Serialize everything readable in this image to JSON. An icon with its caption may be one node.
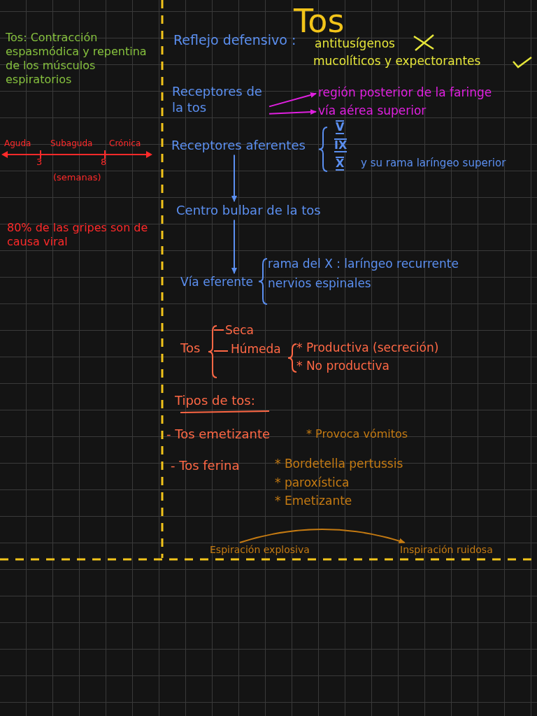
{
  "diagram": {
    "title": "Tos",
    "nodes": [
      {
        "text": [
          "Receptores de la tos"
        ]
      },
      {
        "text": [
          "región posterior de la faringe"
        ]
      },
      {
        "text": [
          "vía aérea superior"
        ]
      },
      {
        "text": [
          "Receptores aferentes"
        ]
      },
      {
        "text": [
          "Centro bulbar de la tos"
        ]
      },
      {
        "text": [
          "Vía eferente"
        ]
      },
      {
        "text": [
          "Espiración explosiva"
        ]
      },
      {
        "text": [
          "Inspiración ruidosa"
        ]
      }
    ],
    "edges": [
      {
        "from": 0,
        "to": 1,
        "arrow": "to",
        "color": "#e020e0"
      },
      {
        "from": 0,
        "to": 2,
        "arrow": "to",
        "color": "#e020e0"
      },
      {
        "from": 3,
        "to": 4,
        "arrow": "to",
        "color": "#5b8ff0"
      },
      {
        "from": 4,
        "to": 5,
        "arrow": "to",
        "color": "#5b8ff0"
      },
      {
        "from": 6,
        "to": 7,
        "arrow": "to",
        "color": "#c47a12"
      }
    ],
    "labels": [
      "Tos: Contracción espasmódica y repentina de los músculos espiratorios",
      "Reflejo defensivo :",
      "antitusígenos",
      "mucolíticos y expectorantes",
      "Aguda",
      "Subaguda",
      "Crónica",
      "3",
      "8",
      "(semanas)",
      "V",
      "IX",
      "X",
      "y su rama laríngeo superior",
      "80% de las gripes son de causa viral",
      "rama del X : laríngeo recurrente",
      "nervios espinales",
      "Tos",
      "Seca",
      "Húmeda",
      "* Productiva (secreción)",
      "* No productiva",
      "Tipos de tos:",
      "- Tos emetizante",
      "* Provoca vómitos",
      "- Tos ferina",
      "* Bordetella pertussis",
      "* paroxística",
      "* Emetizante"
    ]
  }
}
